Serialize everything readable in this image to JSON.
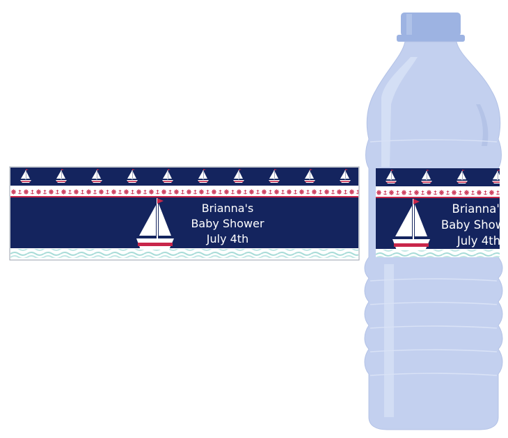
{
  "label": {
    "name_line": "Brianna's",
    "event_line": "Baby Shower",
    "date_line": "July 4th"
  },
  "colors": {
    "navy": "#14245e",
    "red": "#c8264a",
    "white": "#ffffff",
    "wave": "#a8dcd8",
    "bottle": "#c3d0ef",
    "cap": "#9db3e2"
  },
  "icons": [
    "sailboat-icon",
    "anchor-icon",
    "ship-wheel-icon",
    "wave-pattern"
  ]
}
